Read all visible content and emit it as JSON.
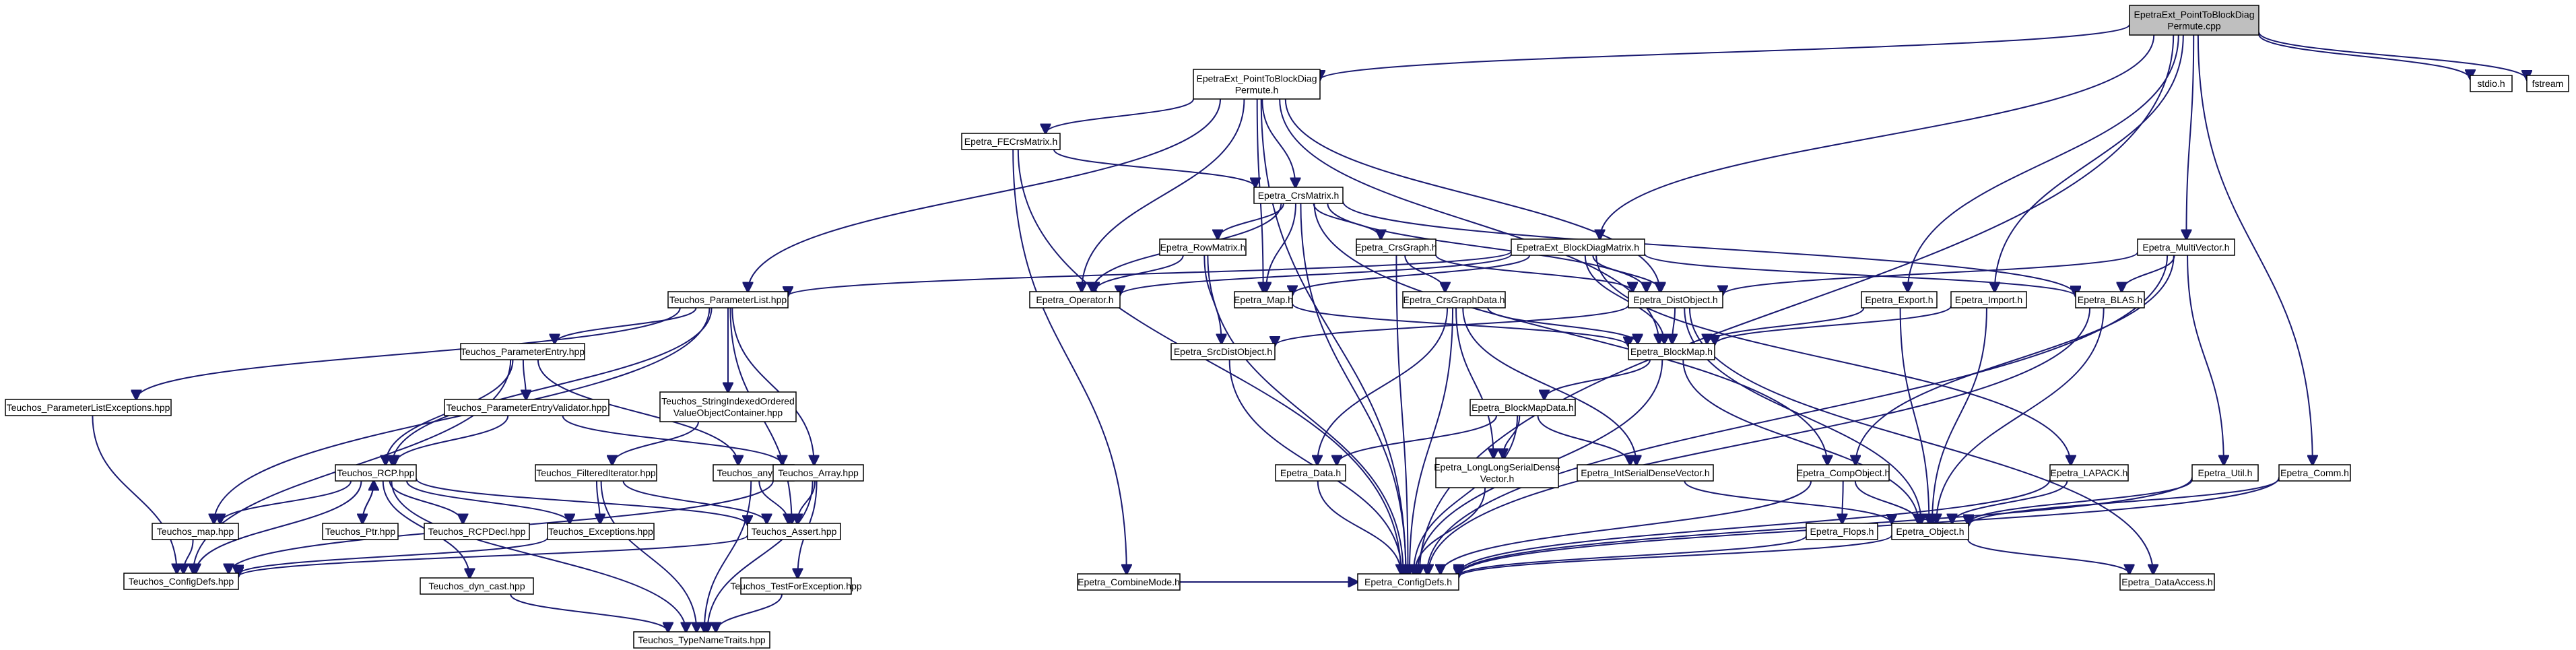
{
  "graph": {
    "title": "",
    "colors": {
      "edge": "#191970",
      "node_fill": "#ffffff",
      "root_fill": "#bfbfbf",
      "node_border_normal": "#000000",
      "node_border_red": "#ff0000",
      "node_border_gray": "#bfbfbf"
    },
    "nodes": [
      {
        "id": "root",
        "lines": [
          "EpetraExt_PointToBlockDiag",
          "Permute.cpp"
        ],
        "style": "root"
      },
      {
        "id": "eext_h",
        "lines": [
          "EpetraExt_PointToBlockDiag",
          "Permute.h"
        ],
        "style": "normal"
      },
      {
        "id": "stdio",
        "lines": [
          "stdio.h"
        ],
        "style": "gray"
      },
      {
        "id": "fstream",
        "lines": [
          "fstream"
        ],
        "style": "gray"
      },
      {
        "id": "fecrs",
        "lines": [
          "Epetra_FECrsMatrix.h"
        ],
        "style": "normal"
      },
      {
        "id": "crsm",
        "lines": [
          "Epetra_CrsMatrix.h"
        ],
        "style": "normal"
      },
      {
        "id": "rowm",
        "lines": [
          "Epetra_RowMatrix.h"
        ],
        "style": "normal"
      },
      {
        "id": "crsg",
        "lines": [
          "Epetra_CrsGraph.h"
        ],
        "style": "normal"
      },
      {
        "id": "eblockdiag",
        "lines": [
          "EpetraExt_BlockDiagMatrix.h"
        ],
        "style": "normal"
      },
      {
        "id": "multivec",
        "lines": [
          "Epetra_MultiVector.h"
        ],
        "style": "normal"
      },
      {
        "id": "tpl",
        "lines": [
          "Teuchos_ParameterList.hpp"
        ],
        "style": "normal"
      },
      {
        "id": "oper",
        "lines": [
          "Epetra_Operator.h"
        ],
        "style": "normal"
      },
      {
        "id": "map",
        "lines": [
          "Epetra_Map.h"
        ],
        "style": "normal"
      },
      {
        "id": "crsgd",
        "lines": [
          "Epetra_CrsGraphData.h"
        ],
        "style": "normal"
      },
      {
        "id": "distobj",
        "lines": [
          "Epetra_DistObject.h"
        ],
        "style": "normal"
      },
      {
        "id": "export",
        "lines": [
          "Epetra_Export.h"
        ],
        "style": "normal"
      },
      {
        "id": "import",
        "lines": [
          "Epetra_Import.h"
        ],
        "style": "normal"
      },
      {
        "id": "blas",
        "lines": [
          "Epetra_BLAS.h"
        ],
        "style": "normal"
      },
      {
        "id": "tple",
        "lines": [
          "Teuchos_ParameterListExceptions.hpp"
        ],
        "style": "normal"
      },
      {
        "id": "tpe",
        "lines": [
          "Teuchos_ParameterEntry.hpp"
        ],
        "style": "normal"
      },
      {
        "id": "tsiovc",
        "lines": [
          "Teuchos_StringIndexedOrdered",
          "ValueObjectContainer.hpp"
        ],
        "style": "normal"
      },
      {
        "id": "srcdist",
        "lines": [
          "Epetra_SrcDistObject.h"
        ],
        "style": "normal"
      },
      {
        "id": "bmap",
        "lines": [
          "Epetra_BlockMap.h"
        ],
        "style": "normal"
      },
      {
        "id": "tpev",
        "lines": [
          "Teuchos_ParameterEntryValidator.hpp"
        ],
        "style": "red"
      },
      {
        "id": "bmapdata",
        "lines": [
          "Epetra_BlockMapData.h"
        ],
        "style": "normal"
      },
      {
        "id": "rcp",
        "lines": [
          "Teuchos_RCP.hpp"
        ],
        "style": "normal"
      },
      {
        "id": "filt",
        "lines": [
          "Teuchos_FilteredIterator.hpp"
        ],
        "style": "normal"
      },
      {
        "id": "tany",
        "lines": [
          "Teuchos_any.hpp"
        ],
        "style": "normal"
      },
      {
        "id": "tarr",
        "lines": [
          "Teuchos_Array.hpp"
        ],
        "style": "red"
      },
      {
        "id": "edata",
        "lines": [
          "Epetra_Data.h"
        ],
        "style": "normal"
      },
      {
        "id": "lsdv",
        "lines": [
          "Epetra_LongLongSerialDense",
          "Vector.h"
        ],
        "style": "red"
      },
      {
        "id": "isdv",
        "lines": [
          "Epetra_IntSerialDenseVector.h"
        ],
        "style": "red"
      },
      {
        "id": "compobj",
        "lines": [
          "Epetra_CompObject.h"
        ],
        "style": "normal"
      },
      {
        "id": "lapack",
        "lines": [
          "Epetra_LAPACK.h"
        ],
        "style": "normal"
      },
      {
        "id": "util",
        "lines": [
          "Epetra_Util.h"
        ],
        "style": "normal"
      },
      {
        "id": "comm",
        "lines": [
          "Epetra_Comm.h"
        ],
        "style": "normal"
      },
      {
        "id": "tmap",
        "lines": [
          "Teuchos_map.hpp"
        ],
        "style": "normal"
      },
      {
        "id": "tptr",
        "lines": [
          "Teuchos_Ptr.hpp"
        ],
        "style": "red"
      },
      {
        "id": "rcpdecl",
        "lines": [
          "Teuchos_RCPDecl.hpp"
        ],
        "style": "red"
      },
      {
        "id": "texc",
        "lines": [
          "Teuchos_Exceptions.hpp"
        ],
        "style": "normal"
      },
      {
        "id": "tassert",
        "lines": [
          "Teuchos_Assert.hpp"
        ],
        "style": "normal"
      },
      {
        "id": "flops",
        "lines": [
          "Epetra_Flops.h"
        ],
        "style": "normal"
      },
      {
        "id": "object",
        "lines": [
          "Epetra_Object.h"
        ],
        "style": "normal"
      },
      {
        "id": "tcfg",
        "lines": [
          "Teuchos_ConfigDefs.hpp"
        ],
        "style": "red"
      },
      {
        "id": "tdyn",
        "lines": [
          "Teuchos_dyn_cast.hpp"
        ],
        "style": "normal"
      },
      {
        "id": "ttfe",
        "lines": [
          "Teuchos_TestForException.hpp"
        ],
        "style": "red"
      },
      {
        "id": "combine",
        "lines": [
          "Epetra_CombineMode.h"
        ],
        "style": "normal"
      },
      {
        "id": "ecfg",
        "lines": [
          "Epetra_ConfigDefs.h"
        ],
        "style": "normal"
      },
      {
        "id": "dataacc",
        "lines": [
          "Epetra_DataAccess.h"
        ],
        "style": "normal"
      },
      {
        "id": "ttnt",
        "lines": [
          "Teuchos_TypeNameTraits.hpp"
        ],
        "style": "red"
      }
    ],
    "edges": [
      [
        "root",
        "eext_h"
      ],
      [
        "root",
        "stdio"
      ],
      [
        "root",
        "fstream"
      ],
      [
        "root",
        "eblockdiag"
      ],
      [
        "root",
        "multivec"
      ],
      [
        "root",
        "export"
      ],
      [
        "root",
        "import"
      ],
      [
        "root",
        "comm"
      ],
      [
        "root",
        "ecfg"
      ],
      [
        "eext_h",
        "fecrs"
      ],
      [
        "eext_h",
        "crsm"
      ],
      [
        "eext_h",
        "tpl"
      ],
      [
        "eext_h",
        "oper"
      ],
      [
        "eext_h",
        "map"
      ],
      [
        "eext_h",
        "distobj"
      ],
      [
        "eext_h",
        "bmap"
      ],
      [
        "eext_h",
        "ecfg"
      ],
      [
        "fecrs",
        "crsm"
      ],
      [
        "fecrs",
        "combine"
      ],
      [
        "fecrs",
        "ecfg"
      ],
      [
        "crsm",
        "rowm"
      ],
      [
        "crsm",
        "crsg"
      ],
      [
        "crsm",
        "oper"
      ],
      [
        "crsm",
        "map"
      ],
      [
        "crsm",
        "distobj"
      ],
      [
        "crsm",
        "compobj"
      ],
      [
        "crsm",
        "blas"
      ],
      [
        "crsm",
        "ecfg"
      ],
      [
        "rowm",
        "oper"
      ],
      [
        "rowm",
        "srcdist"
      ],
      [
        "rowm",
        "ecfg"
      ],
      [
        "crsg",
        "crsgd"
      ],
      [
        "crsg",
        "distobj"
      ],
      [
        "crsg",
        "ecfg"
      ],
      [
        "eblockdiag",
        "tpl"
      ],
      [
        "eblockdiag",
        "map"
      ],
      [
        "eblockdiag",
        "oper"
      ],
      [
        "eblockdiag",
        "distobj"
      ],
      [
        "eblockdiag",
        "bmap"
      ],
      [
        "eblockdiag",
        "blas"
      ],
      [
        "eblockdiag",
        "lapack"
      ],
      [
        "multivec",
        "distobj"
      ],
      [
        "multivec",
        "blas"
      ],
      [
        "multivec",
        "compobj"
      ],
      [
        "multivec",
        "util"
      ],
      [
        "multivec",
        "ecfg"
      ],
      [
        "tpl",
        "tple"
      ],
      [
        "tpl",
        "tpe"
      ],
      [
        "tpl",
        "tsiovc"
      ],
      [
        "tpl",
        "tmap"
      ],
      [
        "tpl",
        "rcp"
      ],
      [
        "tpl",
        "tarr"
      ],
      [
        "tpl",
        "tassert"
      ],
      [
        "map",
        "bmap"
      ],
      [
        "crsgd",
        "bmap"
      ],
      [
        "crsgd",
        "edata"
      ],
      [
        "crsgd",
        "lsdv"
      ],
      [
        "crsgd",
        "isdv"
      ],
      [
        "crsgd",
        "ecfg"
      ],
      [
        "distobj",
        "srcdist"
      ],
      [
        "distobj",
        "bmap"
      ],
      [
        "distobj",
        "object"
      ],
      [
        "distobj",
        "dataacc"
      ],
      [
        "export",
        "bmap"
      ],
      [
        "export",
        "object"
      ],
      [
        "import",
        "bmap"
      ],
      [
        "import",
        "object"
      ],
      [
        "blas",
        "object"
      ],
      [
        "blas",
        "ecfg"
      ],
      [
        "tple",
        "tcfg"
      ],
      [
        "tpe",
        "tpev"
      ],
      [
        "tpe",
        "rcp"
      ],
      [
        "tpe",
        "tany"
      ],
      [
        "tpe",
        "tcfg"
      ],
      [
        "tsiovc",
        "filt"
      ],
      [
        "srcdist",
        "ecfg"
      ],
      [
        "bmap",
        "bmapdata"
      ],
      [
        "bmap",
        "object"
      ],
      [
        "bmap",
        "ecfg"
      ],
      [
        "tpev",
        "rcp"
      ],
      [
        "tpev",
        "tarr"
      ],
      [
        "bmapdata",
        "edata"
      ],
      [
        "bmapdata",
        "lsdv"
      ],
      [
        "bmapdata",
        "isdv"
      ],
      [
        "bmapdata",
        "ecfg"
      ],
      [
        "rcp",
        "tmap"
      ],
      [
        "rcp",
        "tptr"
      ],
      [
        "rcp",
        "rcpdecl"
      ],
      [
        "rcp",
        "texc"
      ],
      [
        "rcp",
        "tassert"
      ],
      [
        "rcp",
        "tdyn"
      ],
      [
        "rcp",
        "ttnt"
      ],
      [
        "rcp",
        "tcfg"
      ],
      [
        "filt",
        "texc"
      ],
      [
        "filt",
        "tassert"
      ],
      [
        "filt",
        "ttnt"
      ],
      [
        "tany",
        "tassert"
      ],
      [
        "tany",
        "ttnt"
      ],
      [
        "tarr",
        "tassert"
      ],
      [
        "tarr",
        "ttfe"
      ],
      [
        "tarr",
        "ttnt"
      ],
      [
        "tarr",
        "tcfg"
      ],
      [
        "edata",
        "ecfg"
      ],
      [
        "lsdv",
        "ecfg"
      ],
      [
        "isdv",
        "object"
      ],
      [
        "compobj",
        "flops"
      ],
      [
        "compobj",
        "object"
      ],
      [
        "compobj",
        "ecfg"
      ],
      [
        "lapack",
        "object"
      ],
      [
        "lapack",
        "ecfg"
      ],
      [
        "util",
        "object"
      ],
      [
        "util",
        "ecfg"
      ],
      [
        "comm",
        "object"
      ],
      [
        "comm",
        "ecfg"
      ],
      [
        "tmap",
        "tcfg"
      ],
      [
        "tptr",
        "rcp"
      ],
      [
        "texc",
        "tcfg"
      ],
      [
        "tassert",
        "tcfg"
      ],
      [
        "flops",
        "ecfg"
      ],
      [
        "object",
        "ecfg"
      ],
      [
        "object",
        "dataacc"
      ],
      [
        "tdyn",
        "ttnt"
      ],
      [
        "ttfe",
        "ttnt"
      ],
      [
        "combine",
        "ecfg"
      ]
    ]
  }
}
